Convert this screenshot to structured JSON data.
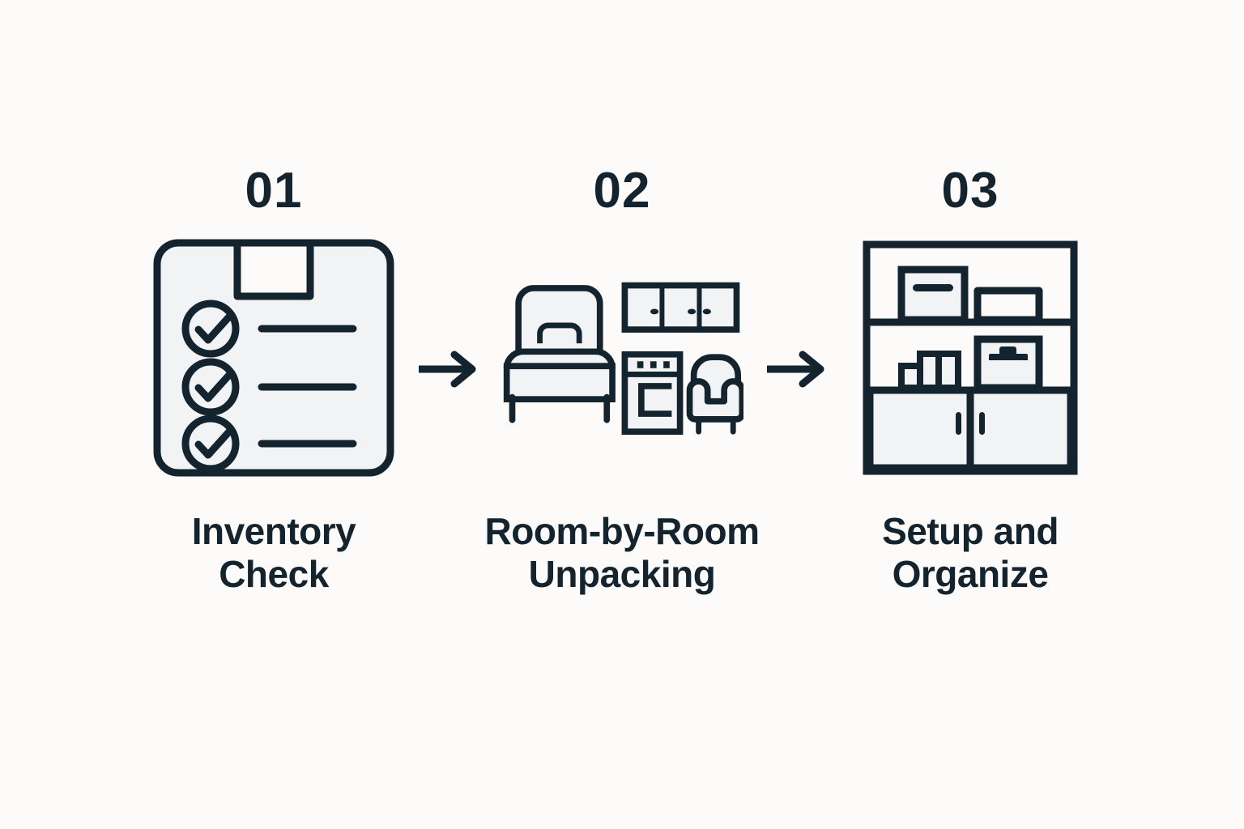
{
  "page": {
    "background_color": "#FCFBF9",
    "ink_color": "#14242F",
    "fill_color": "#F1F3F4",
    "type": "process-flow-infographic",
    "orientation": "horizontal",
    "step_count": 3
  },
  "steps": [
    {
      "number": "01",
      "label": "Inventory\nCheck",
      "label_line1": "Inventory",
      "label_line2": "Check",
      "icon_name": "checklist-box-icon",
      "icon_description": "cardboard box with tab and three checkmark list items"
    },
    {
      "number": "02",
      "label": "Room-by-Room\nUnpacking",
      "label_line1": "Room-by-Room",
      "label_line2": "Unpacking",
      "icon_name": "furniture-group-icon",
      "icon_description": "bed, wall cabinets, oven and armchair"
    },
    {
      "number": "03",
      "label": "Setup and\nOrganize",
      "label_line1": "Setup and",
      "label_line2": "Organize",
      "icon_name": "shelving-unit-icon",
      "icon_description": "shelving unit with boxes, bins and closed cabinet doors"
    }
  ],
  "connectors": [
    {
      "name": "arrow-1",
      "icon_name": "arrow-right-icon",
      "from": "01",
      "to": "02"
    },
    {
      "name": "arrow-2",
      "icon_name": "arrow-right-icon",
      "from": "02",
      "to": "03"
    }
  ]
}
